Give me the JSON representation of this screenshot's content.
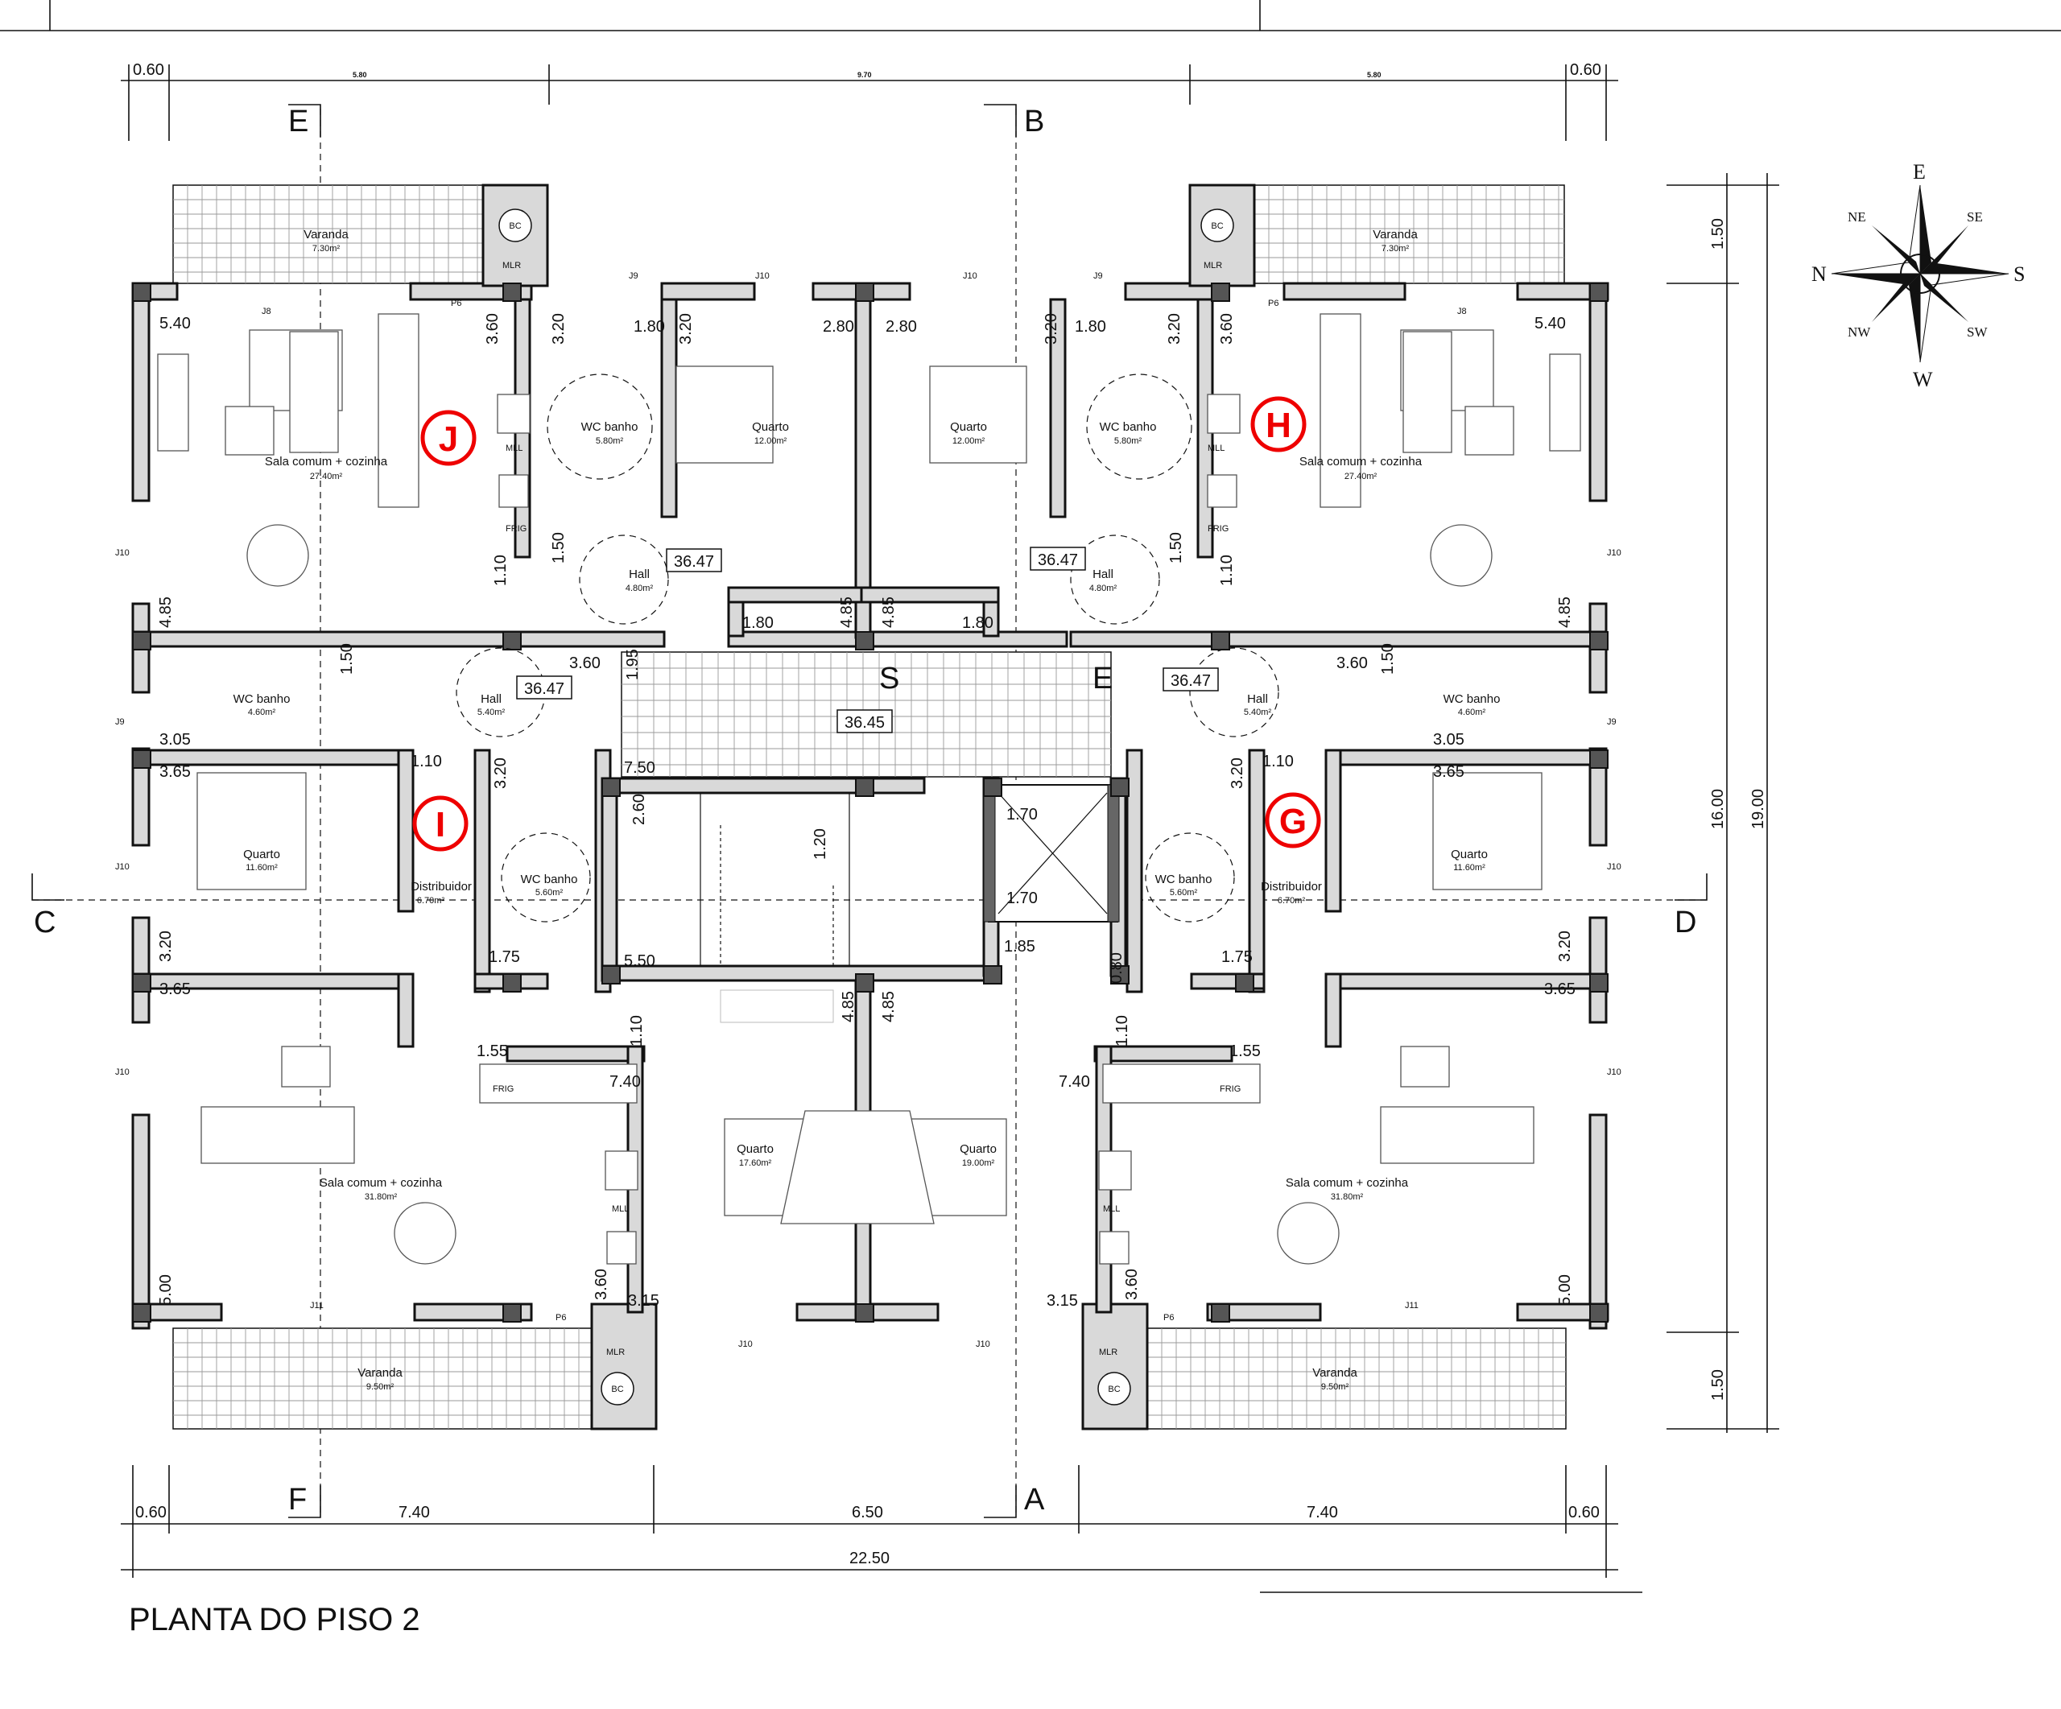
{
  "title": "PLANTA DO PISO 2",
  "axes": {
    "E": "E",
    "B": "B",
    "C": "C",
    "D": "D",
    "F": "F",
    "A": "A"
  },
  "apartments": {
    "J": "J",
    "H": "H",
    "I": "I",
    "G": "G"
  },
  "rooms": {
    "varanda_top_left": {
      "name": "Varanda",
      "area": "7.30m²"
    },
    "varanda_top_right": {
      "name": "Varanda",
      "area": "7.30m²"
    },
    "varanda_bottom_left": {
      "name": "Varanda",
      "area": "9.50m²"
    },
    "varanda_bottom_right": {
      "name": "Varanda",
      "area": "9.50m²"
    },
    "sala_J": {
      "name": "Sala comum + cozinha",
      "area": "27.40m²"
    },
    "sala_H": {
      "name": "Sala comum + cozinha",
      "area": "27.40m²"
    },
    "sala_I": {
      "name": "Sala comum + cozinha",
      "area": "31.80m²"
    },
    "sala_G": {
      "name": "Sala comum + cozinha",
      "area": "31.80m²"
    },
    "wc_J": {
      "name": "WC banho",
      "area": "5.80m²"
    },
    "wc_H": {
      "name": "WC banho",
      "area": "5.80m²"
    },
    "quarto_J": {
      "name": "Quarto",
      "area": "12.00m²"
    },
    "quarto_H": {
      "name": "Quarto",
      "area": "12.00m²"
    },
    "hall_J": {
      "name": "Hall",
      "area": "4.80m²"
    },
    "hall_H": {
      "name": "Hall",
      "area": "4.80m²"
    },
    "wc_left_small": {
      "name": "WC banho",
      "area": "4.60m²"
    },
    "wc_right_small": {
      "name": "WC banho",
      "area": "4.60m²"
    },
    "hall_I": {
      "name": "Hall",
      "area": "5.40m²"
    },
    "hall_G": {
      "name": "Hall",
      "area": "5.40m²"
    },
    "quarto_I": {
      "name": "Quarto",
      "area": "11.60m²"
    },
    "quarto_G": {
      "name": "Quarto",
      "area": "11.60m²"
    },
    "wc_I": {
      "name": "WC banho",
      "area": "5.60m²"
    },
    "wc_G": {
      "name": "WC banho",
      "area": "5.60m²"
    },
    "dist_I": {
      "name": "Distribuidor",
      "area": "6.70m²"
    },
    "dist_G": {
      "name": "Distribuidor",
      "area": "6.70m²"
    },
    "quarto_center_left": {
      "name": "Quarto",
      "area": "17.60m²"
    },
    "quarto_center_right": {
      "name": "Quarto",
      "area": "19.00m²"
    }
  },
  "elevation_tags": [
    "36.47",
    "36.47",
    "36.47",
    "36.47",
    "36.45"
  ],
  "equipment": {
    "bc": "BC",
    "mlr": "MLR",
    "mll": "MLL",
    "frig": "FRIG",
    "stair_s": "S",
    "stair_e": "E"
  },
  "windows": {
    "j8": "J8",
    "j9": "J9",
    "j10": "J10",
    "j11": "J11",
    "p6": "P6"
  },
  "dimensions": {
    "top_small_left": "0.60",
    "top_small_right": "0.60",
    "top_seg_left": "5.80",
    "top_seg_mid": "9.70",
    "top_seg_right": "5.80",
    "bottom_small_left": "0.60",
    "bottom_small_right": "0.60",
    "bottom_seg_left": "7.40",
    "bottom_seg_mid": "6.50",
    "bottom_seg_right": "7.40",
    "total_width": "22.50",
    "right_top": "1.50",
    "right_mid": "16.00",
    "right_bottom": "1.50",
    "right_total": "19.00"
  },
  "inner_dims": [
    "5.40",
    "3.60",
    "3.20",
    "1.80",
    "3.20",
    "2.80",
    "2.80",
    "3.20",
    "1.80",
    "3.20",
    "3.60",
    "5.40",
    "1.10",
    "1.50",
    "1.50",
    "1.10",
    "4.85",
    "1.80",
    "4.85",
    "4.85",
    "1.80",
    "4.85",
    "1.50",
    "3.60",
    "1.95",
    "3.60",
    "1.50",
    "3.05",
    "3.05",
    "3.65",
    "1.10",
    "3.20",
    "7.50",
    "2.60",
    "1.20",
    "1.70",
    "3.20",
    "1.10",
    "3.65",
    "1.70",
    "3.20",
    "3.20",
    "1.75",
    "5.50",
    "1.85",
    "0.80",
    "1.75",
    "3.65",
    "3.65",
    "1.55",
    "1.10",
    "4.85",
    "4.85",
    "1.10",
    "1.55",
    "7.40",
    "7.40",
    "5.00",
    "3.60",
    "3.15",
    "3.15",
    "3.60",
    "5.00"
  ],
  "compass": {
    "N": "N",
    "S": "S",
    "E": "E",
    "W": "W",
    "NE": "NE",
    "SE": "SE",
    "NW": "NW",
    "SW": "SW"
  }
}
